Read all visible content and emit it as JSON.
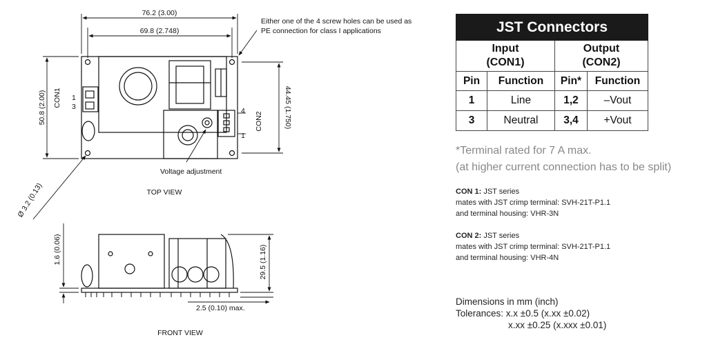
{
  "drawing": {
    "dim_width_overall": "76.2 (3.00)",
    "dim_width_holes": "69.8 (2.748)",
    "dim_height_overall": "50.8 (2.00)",
    "dim_height_holes": "44.45 (1.750)",
    "dim_hole_dia": "Ø 3.2 (0.13)",
    "dim_front_height": "29.5 (1.16)",
    "dim_pcb_thickness": "1.6 (0.06)",
    "dim_pin_length": "2.5 (0.10) max.",
    "note_line1": "Either one of the 4 screw holes can be used as",
    "note_line2": "PE connection for class I applications",
    "con1_label": "CON1",
    "con1_pin_top": "1",
    "con1_pin_bottom": "3",
    "con2_label": "CON2",
    "con2_pin_top": "4",
    "con2_pin_bottom": "1",
    "voltage_adjustment": "Voltage adjustment",
    "top_view": "TOP VIEW",
    "front_view": "FRONT VIEW"
  },
  "table": {
    "title": "JST Connectors",
    "input_line1": "Input",
    "input_line2": "(CON1)",
    "output_line1": "Output",
    "output_line2": "(CON2)",
    "col_pin": "Pin",
    "col_function": "Function",
    "col_pin_star": "Pin*",
    "col_function2": "Function",
    "rows": [
      {
        "in_pin": "1",
        "in_func": "Line",
        "out_pin": "1,2",
        "out_func": "–Vout"
      },
      {
        "in_pin": "3",
        "in_func": "Neutral",
        "out_pin": "3,4",
        "out_func": "+Vout"
      }
    ]
  },
  "notes": {
    "terminal_rating": "*Terminal rated for 7 A max.",
    "terminal_split": "(at higher current connection has to be split)"
  },
  "con1": {
    "label": "CON 1:",
    "series": " JST series",
    "line2": "mates with JST crimp terminal: SVH-21T-P1.1",
    "line3": "and terminal housing: VHR-3N"
  },
  "con2": {
    "label": "CON 2:",
    "series": " JST series",
    "line2": "mates with JST crimp terminal: SVH-21T-P1.1",
    "line3": "and terminal housing: VHR-4N"
  },
  "tolerances": {
    "line1": "Dimensions in mm (inch)",
    "line2": "Tolerances: x.x ±0.5 (x.xx ±0.02)",
    "line3": "x.xx ±0.25 (x.xxx ±0.01)"
  }
}
